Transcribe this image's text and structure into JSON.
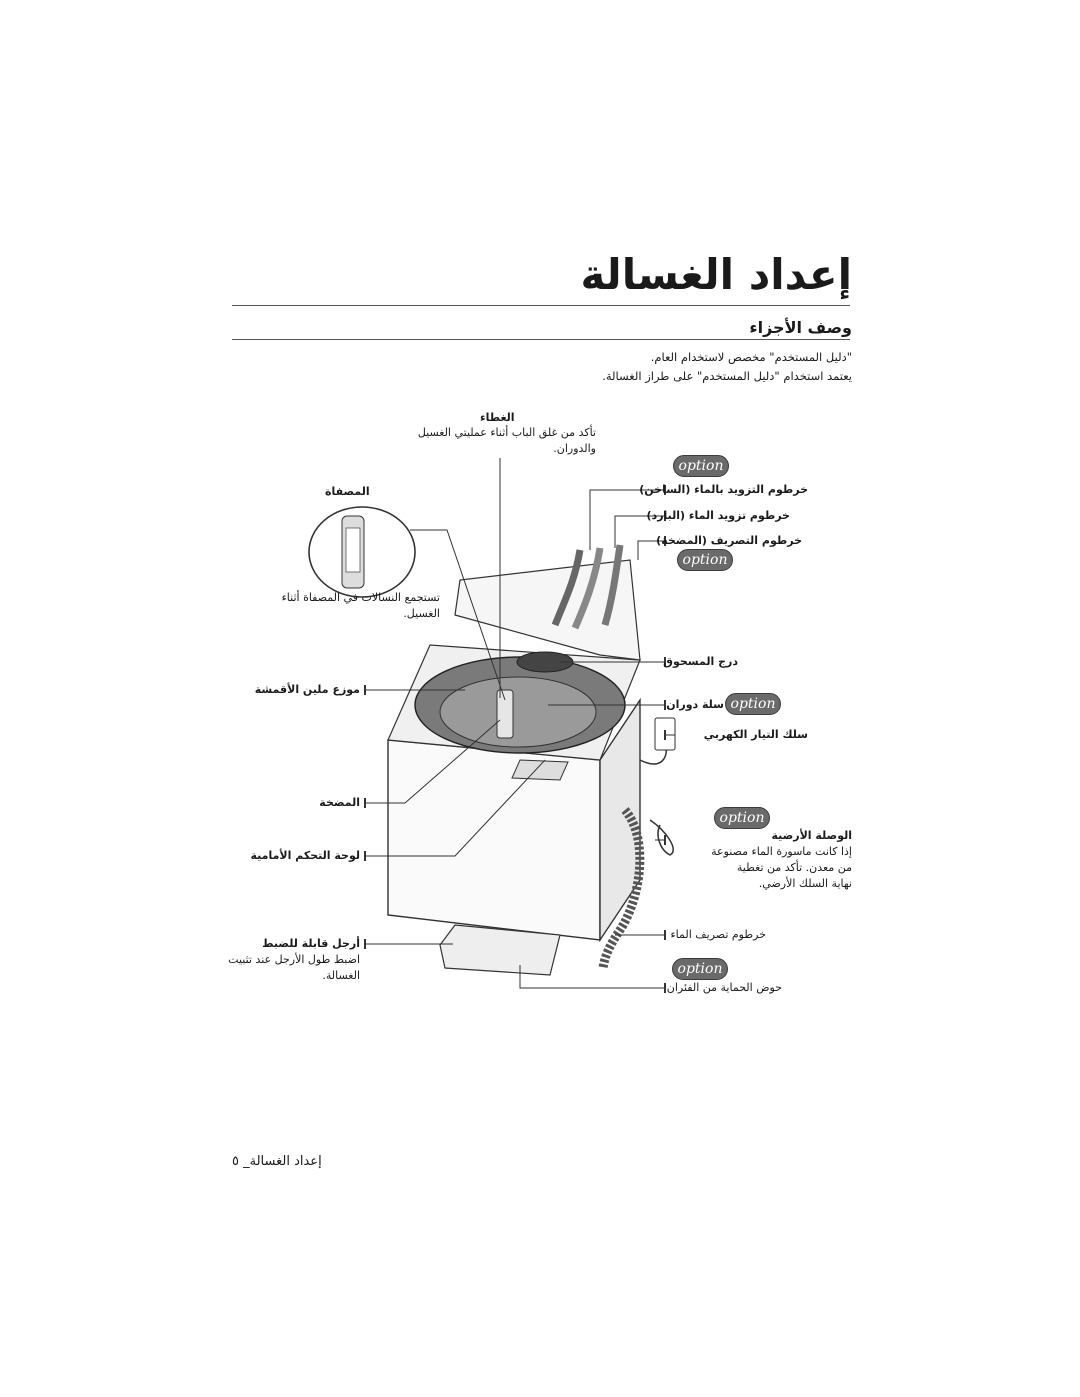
{
  "page": {
    "title": "إعداد الغسالة",
    "section": "وصف الأجزاء",
    "intro_lines": [
      "\"دليل المستخدم\" مخصص لاستخدام العام.",
      "يعتمد استخدام \"دليل المستخدم\" على طراز الغسالة."
    ],
    "footer": "إعداد الغسالة_ ٥"
  },
  "labels": {
    "lid_title": "الغطاء",
    "lid_lines": [
      "تأكد من غلق الباب أثناء عمليتي الغسيل",
      "والدوران."
    ],
    "filter_title": "المصفاة",
    "filter_lines": [
      "تستجمع النسالات في المصفاة أثناء",
      "الغسيل."
    ],
    "softener": "موزع ملين الأقمشة",
    "pump": "المضخة",
    "control_panel": "لوحة التحكم الأمامية",
    "leg_title": "أرجل قابلة للضبط",
    "leg_lines": [
      "اضبط طول الأرجل عند تثبيت",
      "الغسالة."
    ],
    "hot_hose": "خرطوم التزويد بالماء (الساخن)",
    "cold_hose": "خرطوم تزويد الماء (البارد)",
    "drain_hose_pump": "خرطوم التصريف (المضخة)",
    "detergent": "درج المسحوق",
    "basket": "سلة دوران",
    "power_cord": "سلك التيار الكهربي",
    "ground_title": "الوصلة الأرضية",
    "ground_lines": [
      "إذا كانت ماسورة الماء مصنوعة",
      "من معدن. تأكد من تغطية",
      "نهاية السلك الأرضي."
    ],
    "water_drain": "خرطوم تصريف الماء",
    "rotating_basket": "حوض الحماية من الفئران"
  },
  "badges": {
    "option_label": "option"
  }
}
